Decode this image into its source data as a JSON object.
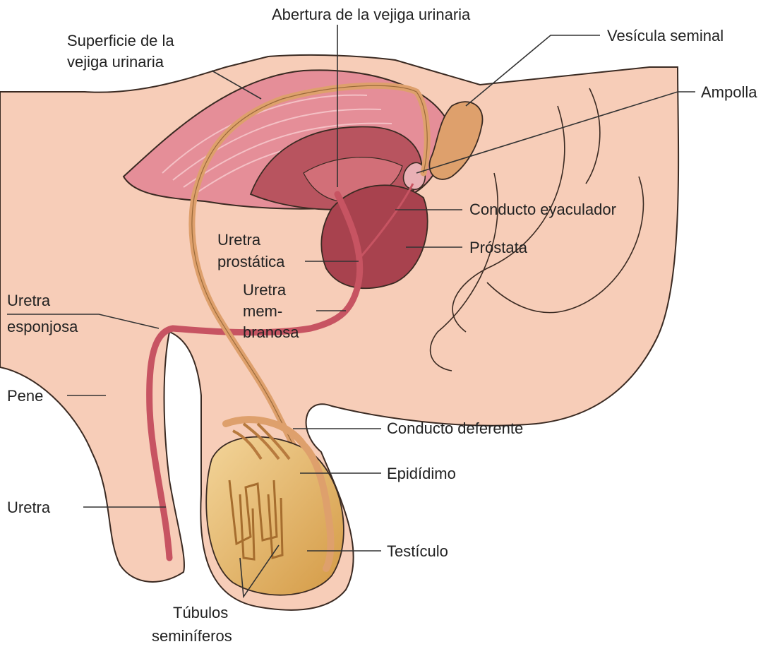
{
  "diagram": {
    "labels": {
      "abertura": "Abertura de la vejiga urinaria",
      "superficie_1": "Superficie de la",
      "superficie_2": "vejiga urinaria",
      "vesicula": "Vesícula seminal",
      "ampolla": "Ampolla",
      "conducto_eyaculador": "Conducto eyaculador",
      "prostata": "Próstata",
      "uretra_prostatica_1": "Uretra",
      "uretra_prostatica_2": "prostática",
      "uretra_membranosa_1": "Uretra",
      "uretra_membranosa_2": "mem-",
      "uretra_membranosa_3": "branosa",
      "uretra_esponjosa_1": "Uretra",
      "uretra_esponjosa_2": "esponjosa",
      "pene": "Pene",
      "conducto_deferente": "Conducto deferente",
      "epididimo": "Epidídimo",
      "uretra": "Uretra",
      "testiculo": "Testículo",
      "tubulos_1": "Túbulos",
      "tubulos_2": "seminíferos"
    },
    "colors": {
      "skin": "#f7cdb8",
      "skin_outline": "#3a2a22",
      "bladder_wall": "#e58e98",
      "bladder_inner": "#b8545f",
      "prostate": "#a8424e",
      "urethra": "#c75462",
      "duct": "#dea06c",
      "testis": "#e2b263"
    }
  }
}
